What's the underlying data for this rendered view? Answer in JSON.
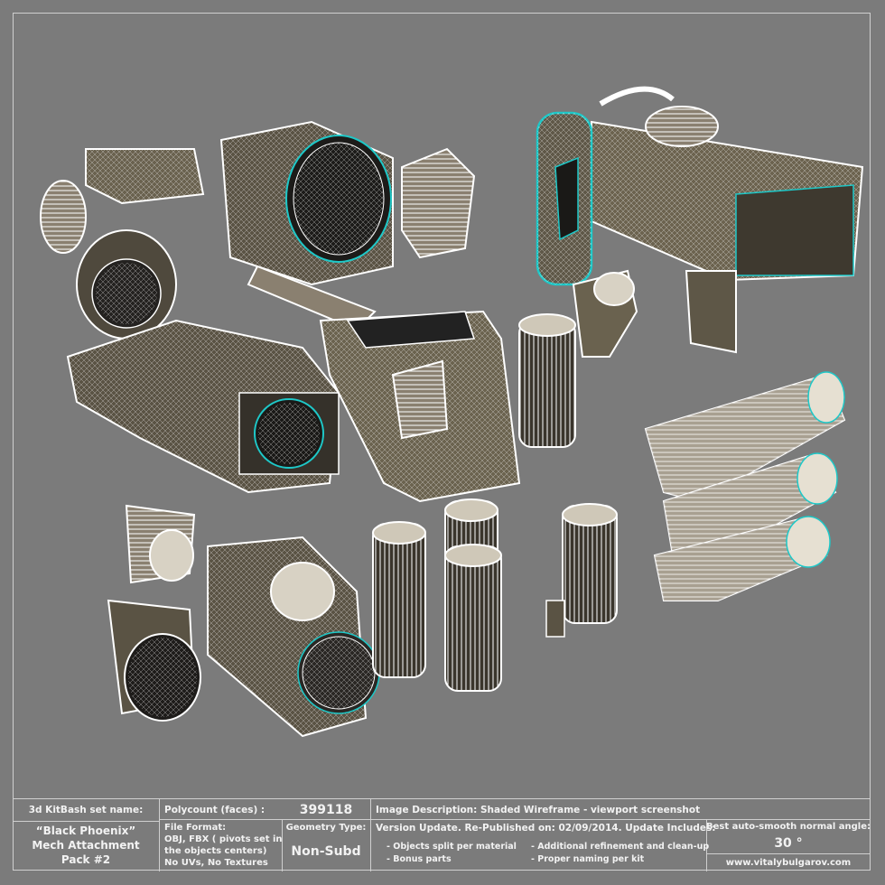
{
  "kitbash": {
    "set_name_label": "3d KitBash set name:",
    "set_name_lines": [
      "“Black Phoenix”",
      "Mech Attachment",
      "Pack #2"
    ]
  },
  "polycount": {
    "label": "Polycount (faces) :",
    "value": "399118"
  },
  "file_format": {
    "label": "File Format:",
    "lines": [
      "OBJ, FBX ( pivots set in",
      "the objects centers)",
      "No UVs, No Textures"
    ]
  },
  "geometry": {
    "label": "Geometry Type:",
    "value": "Non-Subd"
  },
  "image_description": "Image Description: Shaded Wireframe - viewport screenshot",
  "version_update": "Version Update. Re-Published on: 02/09/2014. Update Includes:",
  "updates_left": [
    "Objects split per material",
    "Bonus parts"
  ],
  "updates_right": [
    "Additional refinement and clean-up",
    "Proper naming per kit"
  ],
  "smoothing": {
    "label": "Best auto-smooth normal angle:",
    "value": "30 °"
  },
  "website": "www.vitalybulgarov.com",
  "colors": {
    "background": "#7b7b7b",
    "mesh_fill": "#544d3f",
    "wire": "#ffffff",
    "accent": "#1ec8c8"
  }
}
